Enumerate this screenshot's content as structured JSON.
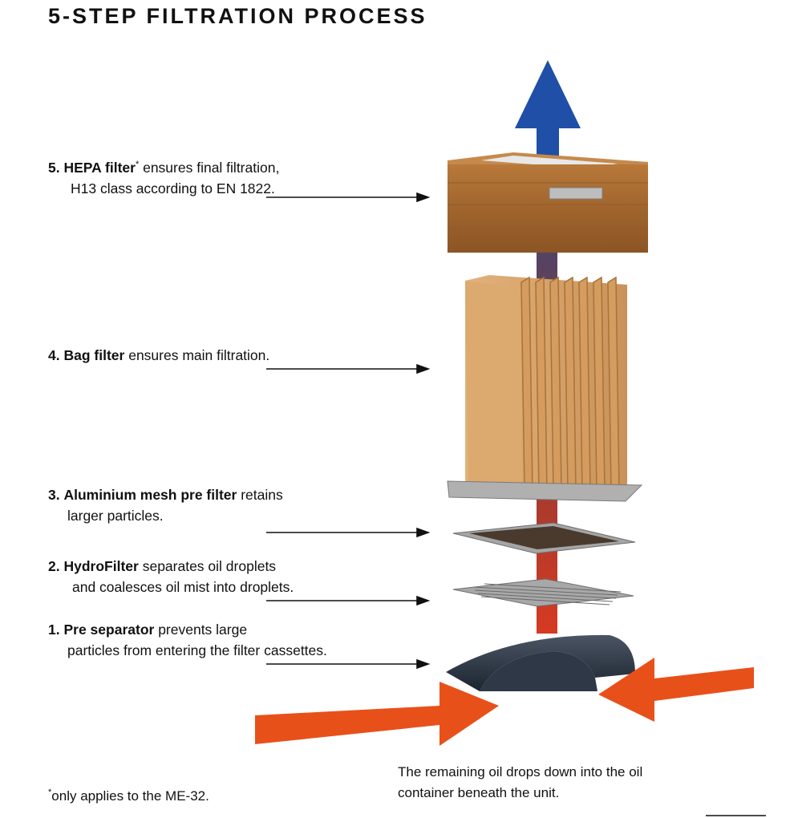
{
  "title": "5-STEP FILTRATION PROCESS",
  "steps": [
    {
      "number": "5.",
      "name": "HEPA filter",
      "asterisk": "*",
      "line1": " ensures final filtration,",
      "line2": "H13 class according to EN 1822."
    },
    {
      "number": "4.",
      "name": "Bag filter",
      "asterisk": "",
      "line1": " ensures main filtration.",
      "line2": ""
    },
    {
      "number": "3.",
      "name": "Aluminium mesh pre filter",
      "asterisk": "",
      "line1": " retains",
      "line2": "larger particles."
    },
    {
      "number": "2.",
      "name": "HydroFilter",
      "asterisk": "",
      "line1": " separates oil droplets",
      "line2": "and coalesces oil mist into droplets."
    },
    {
      "number": "1.",
      "name": "Pre separator",
      "asterisk": "",
      "line1": " prevents large",
      "line2": "particles from entering the filter cassettes."
    }
  ],
  "footnote": {
    "asterisk": "*",
    "text": "only applies to the ME-32."
  },
  "oil_note": {
    "line1": "The remaining oil drops down into the oil",
    "line2": "container beneath the unit."
  },
  "colors": {
    "outlet_arrow": "#1f4fa6",
    "inlet_arrows": "#e8501a",
    "hepa_wood": "#a5692f",
    "bag_filter": "#d7a468",
    "mesh_frame": "#9a9a9a",
    "pre_separator": "#2b3442"
  }
}
